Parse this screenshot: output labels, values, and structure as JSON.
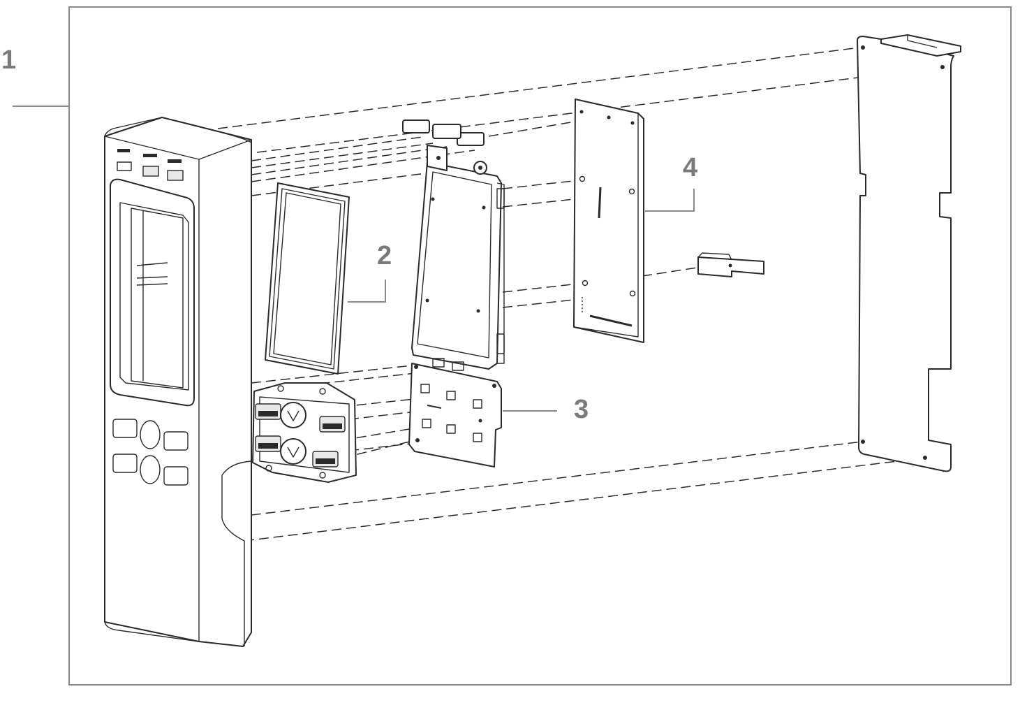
{
  "diagram": {
    "callouts": [
      {
        "id": "assembly",
        "label": "1"
      },
      {
        "id": "lcd-screen",
        "label": "2"
      },
      {
        "id": "keypad-board",
        "label": "3"
      },
      {
        "id": "main-board",
        "label": "4"
      }
    ]
  }
}
